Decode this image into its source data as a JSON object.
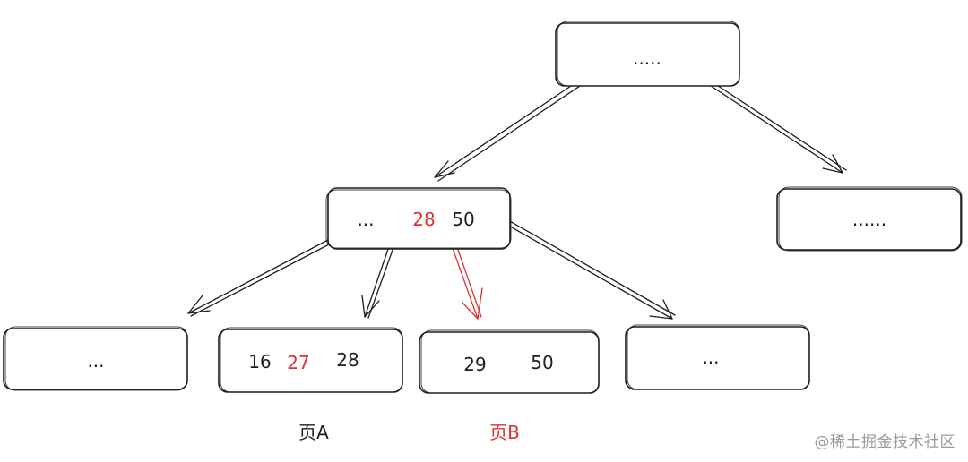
{
  "tree": {
    "root": {
      "keys": [
        "....."
      ]
    },
    "level1": [
      {
        "keys": [
          "...",
          "28",
          "50"
        ],
        "highlight": [
          "28"
        ]
      },
      {
        "keys": [
          "......"
        ]
      }
    ],
    "leaves": [
      {
        "keys": [
          "..."
        ]
      },
      {
        "keys": [
          "16",
          "27",
          "28"
        ],
        "highlight": [
          "27"
        ],
        "label": "页A"
      },
      {
        "keys": [
          "29",
          "50"
        ],
        "label": "页B",
        "label_highlight": true
      },
      {
        "keys": [
          "..."
        ]
      }
    ]
  },
  "colors": {
    "ink": "#1e1e1e",
    "accent_red": "#e03131",
    "watermark": "#9a9a9a"
  },
  "watermark": "@稀土掘金技术社区"
}
